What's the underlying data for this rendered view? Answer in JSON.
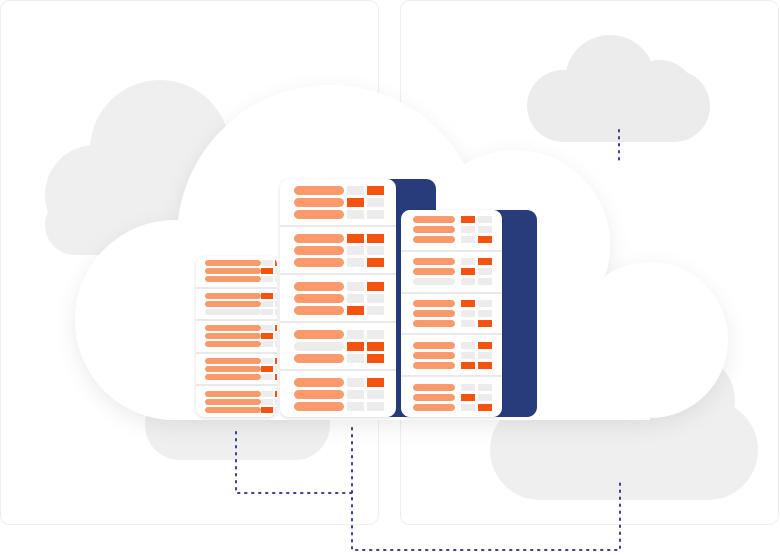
{
  "colors": {
    "navy": "#283c7c",
    "pill": "#f89a6b",
    "pill_off": "#ececec",
    "cell_on": "#f4520f",
    "cell_off": "#ececec",
    "cloud_bg": "#efefef",
    "dots": "#3a3f8f"
  },
  "racks": {
    "small": [
      {
        "pills": "111",
        "cells": "011000"
      },
      {
        "pills": "110",
        "cells": "100000"
      },
      {
        "pills": "111",
        "cells": "011000"
      },
      {
        "pills": "111",
        "cells": "011001"
      },
      {
        "pills": "111",
        "cells": "010010"
      }
    ],
    "tall": [
      {
        "pills": "111",
        "cells": "011000"
      },
      {
        "pills": "111",
        "cells": "110001"
      },
      {
        "pills": "111",
        "cells": "010010"
      },
      {
        "pills": "101",
        "cells": "001101"
      },
      {
        "pills": "111",
        "cells": "010000"
      }
    ],
    "right": [
      {
        "pills": "111",
        "cells": "100001"
      },
      {
        "pills": "110",
        "cells": "011000"
      },
      {
        "pills": "111",
        "cells": "100001"
      },
      {
        "pills": "111",
        "cells": "010011"
      },
      {
        "pills": "111",
        "cells": "001001"
      }
    ]
  }
}
